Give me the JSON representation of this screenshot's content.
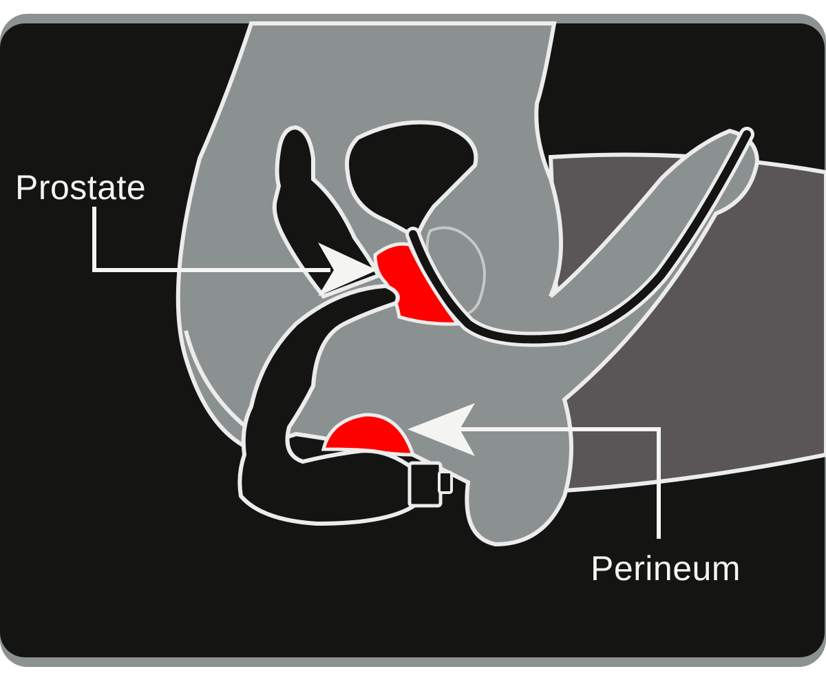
{
  "diagram": {
    "type": "anatomical-cross-section",
    "labels": {
      "prostate": "Prostate",
      "perineum": "Perineum"
    },
    "annotations": [
      {
        "label": "Prostate",
        "target": "prostate-region",
        "arrow_direction": "right"
      },
      {
        "label": "Perineum",
        "target": "perineum-region",
        "arrow_direction": "left"
      }
    ]
  },
  "colors": {
    "frame_border": "#8c9191",
    "background": "#141412",
    "body_gray": "#8b9090",
    "dark_gray": "#5a5657",
    "outline": "#ececec",
    "highlight_red": "#ff0000",
    "label_text": "#f4f4f2"
  }
}
